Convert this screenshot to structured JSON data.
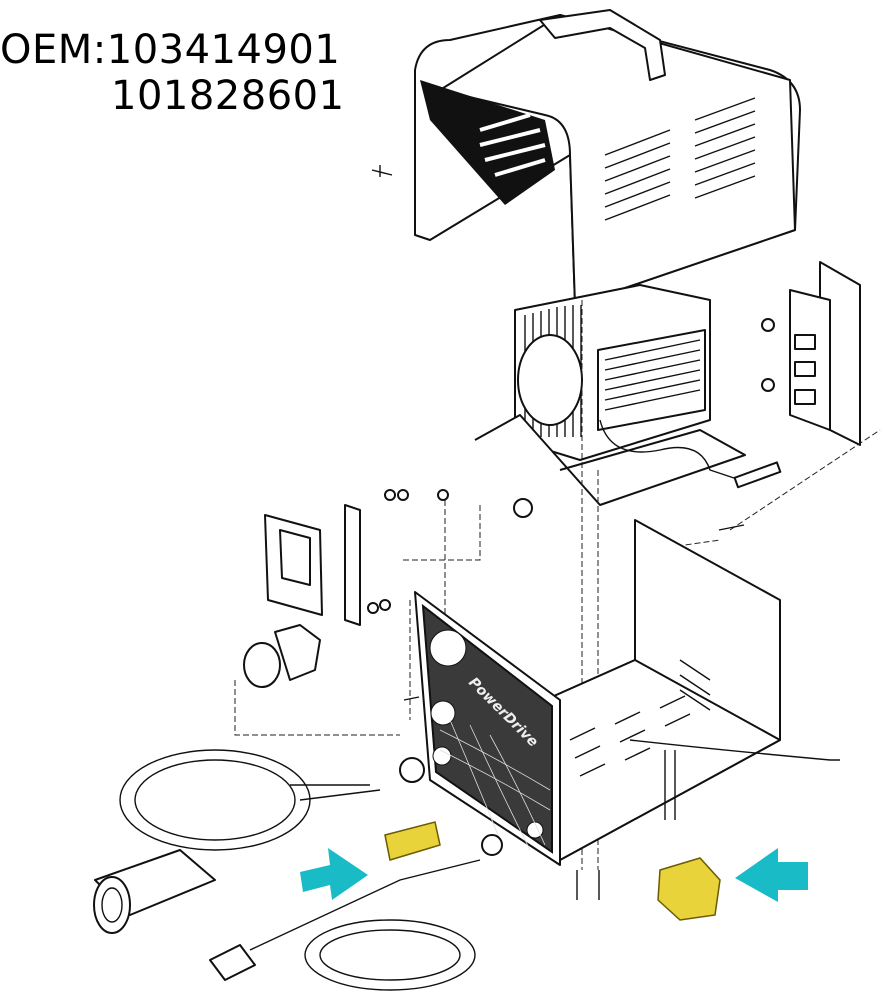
{
  "oem": {
    "label_line1": "OEM:103414901",
    "label_line2": "101828601"
  },
  "logo": {
    "text": "PowerDrive"
  },
  "colors": {
    "highlight_part": "#e8d33a",
    "arrow": "#19bcc6",
    "panel": "#3a3a3a"
  },
  "icons": [
    "arrow-right-icon",
    "arrow-left-icon"
  ]
}
